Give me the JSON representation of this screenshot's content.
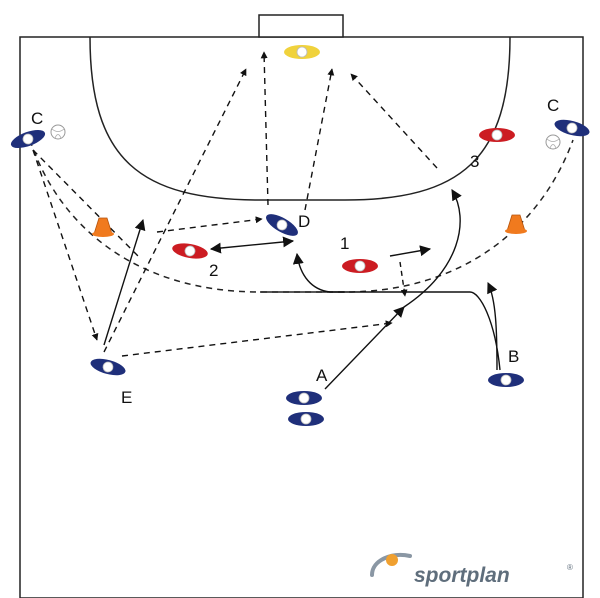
{
  "players": {
    "blue": [
      {
        "label": "C"
      },
      {
        "label": "C"
      },
      {
        "label": "D"
      },
      {
        "label": "E"
      },
      {
        "label": "A"
      },
      {
        "label": ""
      },
      {
        "label": "B"
      }
    ],
    "red": [
      {
        "label": "1"
      },
      {
        "label": "2"
      },
      {
        "label": "3"
      }
    ],
    "goalkeeper": {
      "label": ""
    }
  },
  "cones": 2,
  "balls": 2,
  "watermark": {
    "brand": "sportplan",
    "mark": "®"
  },
  "colors": {
    "blue_player": "#1f2f7a",
    "red_player": "#cc1c22",
    "goalkeeper": "#f0d23c",
    "cone": "#f07a1e",
    "line": "#111111",
    "court_line": "#222222"
  }
}
